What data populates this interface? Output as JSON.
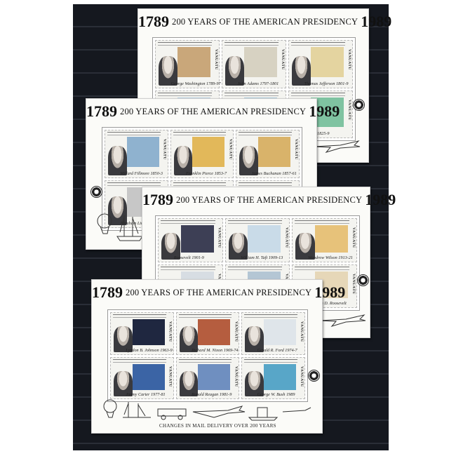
{
  "sheet_title": {
    "year_start": "1789",
    "middle": "200 YEARS OF THE AMERICAN PRESIDENCY",
    "year_end": "1989"
  },
  "country": "VANUATU",
  "footer_caption": "CHANGES IN MAIL DELIVERY OVER 200 YEARS",
  "sheets": [
    {
      "stamps": [
        {
          "caption": "George Washington 1789-97",
          "scene": "#c9a77a"
        },
        {
          "caption": "John Adams 1797-1801",
          "scene": "#d7d2c2"
        },
        {
          "caption": "Thomas Jefferson 1801-9",
          "scene": "#e4d4a0"
        },
        {
          "caption": "",
          "scene": "#b7cfe3"
        },
        {
          "caption": "",
          "scene": "#a9c9d9"
        },
        {
          "caption": "Adams 1825-9",
          "scene": "#7fc3a1"
        }
      ]
    },
    {
      "stamps": [
        {
          "caption": "Millard Fillmore 1850-3",
          "scene": "#8fb2cf"
        },
        {
          "caption": "Franklin Pierce 1853-7",
          "scene": "#e2b85a"
        },
        {
          "caption": "James Buchanan 1857-61",
          "scene": "#d9b36a"
        },
        {
          "caption": "Abraham Lincoln",
          "scene": "#c7c7c7"
        },
        {
          "caption": "",
          "scene": "#b9c7d2"
        },
        {
          "caption": "",
          "scene": "#9eb8cc"
        }
      ]
    },
    {
      "stamps": [
        {
          "caption": "Roosevelt 1901-9",
          "scene": "#3d3f55"
        },
        {
          "caption": "William H. Taft 1909-13",
          "scene": "#c9dbe8"
        },
        {
          "caption": "Woodrow Wilson 1913-21",
          "scene": "#e7c27a"
        },
        {
          "caption": "",
          "scene": "#d7dde3"
        },
        {
          "caption": "",
          "scene": "#b4c6d4"
        },
        {
          "caption": "Franklin D. Roosevelt",
          "scene": "#e6d7b8"
        }
      ]
    },
    {
      "stamps": [
        {
          "caption": "Lyndon B. Johnson 1963-9",
          "scene": "#1f2740"
        },
        {
          "caption": "Richard M. Nixon 1969-74",
          "scene": "#b55d3f"
        },
        {
          "caption": "Gerald R. Ford 1974-7",
          "scene": "#dfe5ea"
        },
        {
          "caption": "Jimmy Carter 1977-81",
          "scene": "#3b64a5"
        },
        {
          "caption": "Ronald Reagan 1981-9",
          "scene": "#6f8fc0"
        },
        {
          "caption": "George W. Bush 1989",
          "scene": "#58a6c8"
        }
      ]
    }
  ]
}
